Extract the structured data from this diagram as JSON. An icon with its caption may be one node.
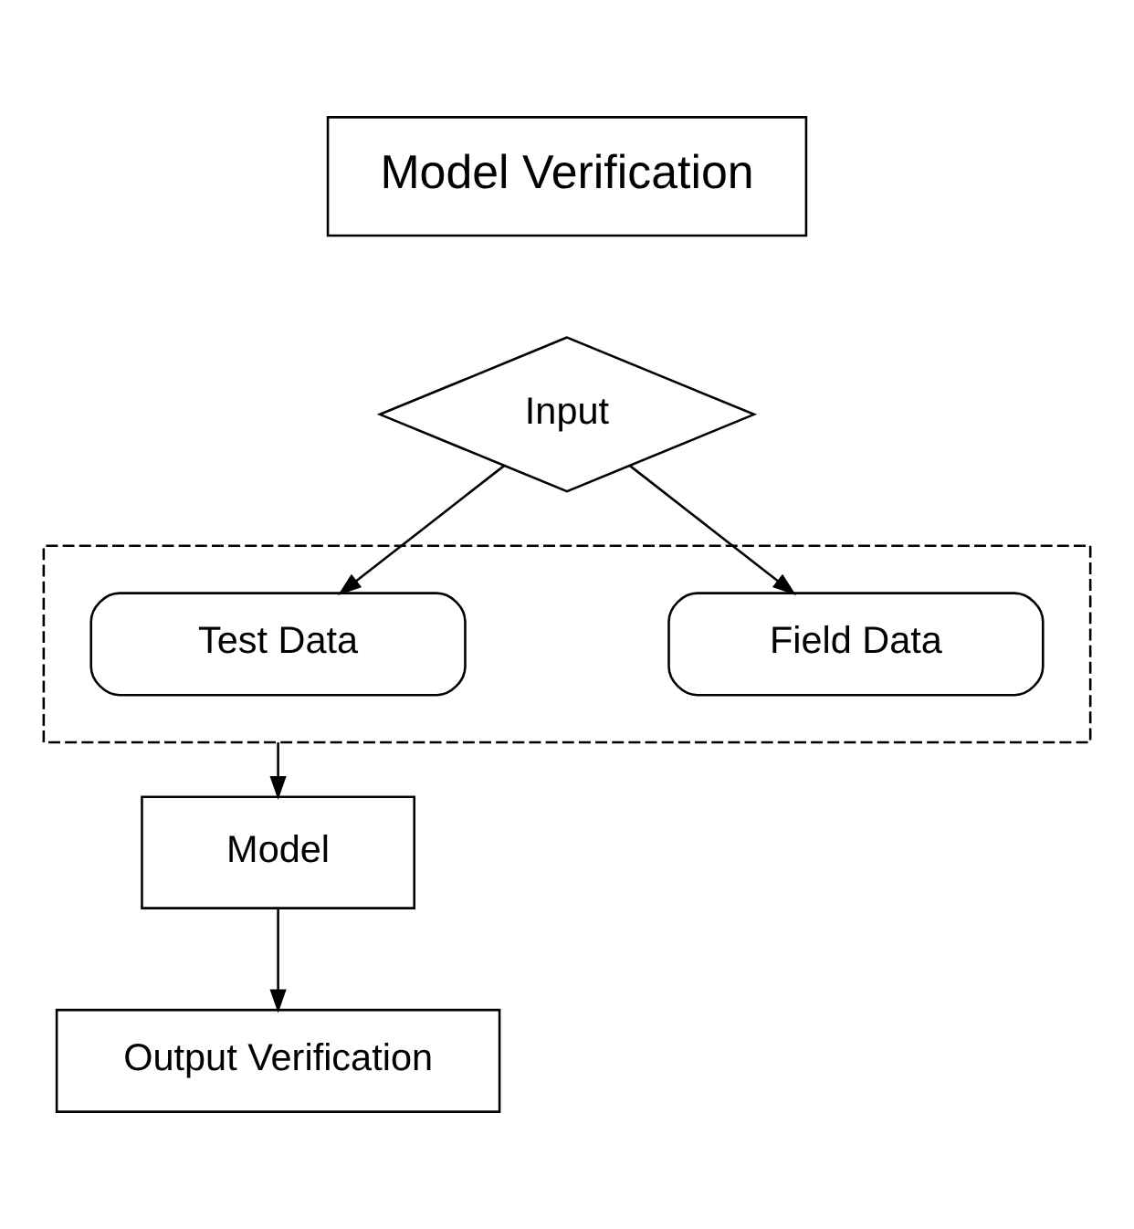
{
  "diagram": {
    "nodes": [
      {
        "text": [
          "Model Verification"
        ]
      },
      {
        "text": [
          "Input"
        ]
      },
      {
        "text": [],
        "shape": "box"
      },
      {
        "text": [
          "Test Data"
        ],
        "in": 2
      },
      {
        "text": [
          "Field Data"
        ],
        "in": 2
      },
      {
        "text": [
          "Model"
        ]
      },
      {
        "text": [
          "Output Verification"
        ]
      }
    ],
    "edges": [
      {
        "from": 1,
        "to": 3,
        "arrow": "to"
      },
      {
        "from": 1,
        "to": 4,
        "arrow": "to"
      },
      {
        "from": 2,
        "to": 5,
        "arrow": "to"
      },
      {
        "from": 5,
        "to": 6,
        "arrow": "to"
      }
    ]
  }
}
